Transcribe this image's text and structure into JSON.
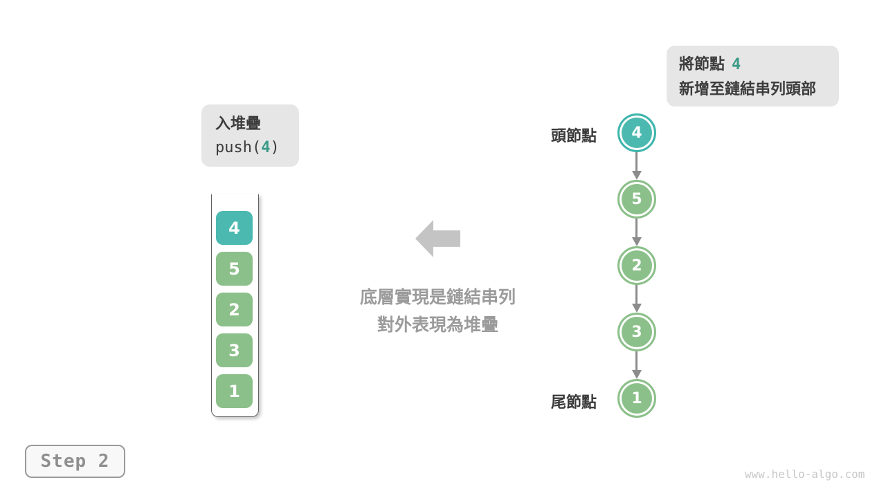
{
  "callout": {
    "line1_prefix": "將節點",
    "line1_value": "4",
    "line2": "新增至鏈結串列頭部"
  },
  "push_box": {
    "title": "入堆疊",
    "code_prefix": "push(",
    "code_value": "4",
    "code_suffix": ")"
  },
  "stack": {
    "items": [
      {
        "value": "4",
        "highlight": true
      },
      {
        "value": "5",
        "highlight": false
      },
      {
        "value": "2",
        "highlight": false
      },
      {
        "value": "3",
        "highlight": false
      },
      {
        "value": "1",
        "highlight": false
      }
    ]
  },
  "transform_note": {
    "line1": "底層實現是鏈結串列",
    "line2": "對外表現為堆疊"
  },
  "linked_list": {
    "head_label": "頭節點",
    "tail_label": "尾節點",
    "nodes": [
      {
        "value": "4",
        "highlight": true
      },
      {
        "value": "5",
        "highlight": false
      },
      {
        "value": "2",
        "highlight": false
      },
      {
        "value": "3",
        "highlight": false
      },
      {
        "value": "1",
        "highlight": false
      }
    ]
  },
  "step_indicator": {
    "label": "Step 2"
  },
  "watermark": "www.hello-algo.com",
  "colors": {
    "teal": "#4BB9B0",
    "green": "#8CC08A",
    "accent_text": "#3A9A88",
    "callout_bg": "#E6E6E6",
    "arrow_gray": "#8C8C8C",
    "big_arrow_gray": "#C4C4C4",
    "muted_text": "#9B9B9B",
    "dark_text": "#3C3C3C"
  }
}
